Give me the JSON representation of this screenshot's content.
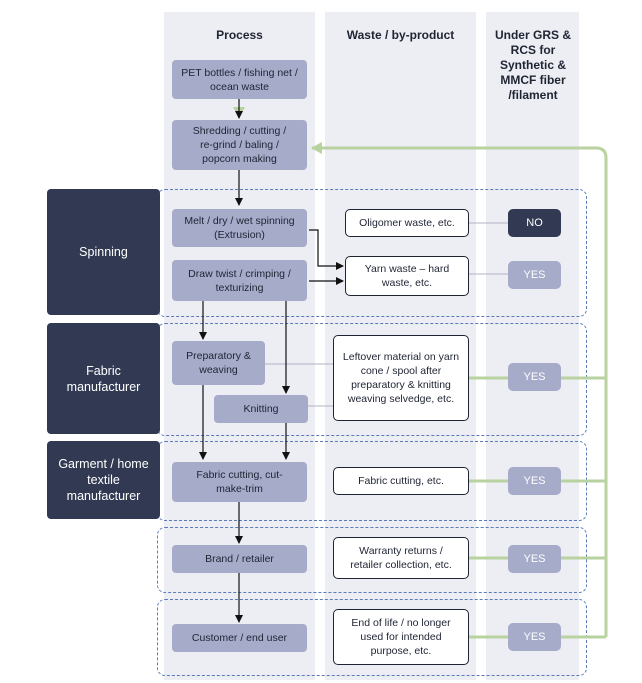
{
  "colors": {
    "column_bg": "#eceef4",
    "process_box": "#a5abc9",
    "stage_box": "#323a53",
    "yes_badge": "#a5abc9",
    "no_badge": "#323a53",
    "return_line": "#b8d3a0",
    "group_border": "#5a7bb8"
  },
  "headers": {
    "process": "Process",
    "waste": "Waste / by-product",
    "grs": "Under GRS & RCS for Synthetic & MMCF fiber /filament"
  },
  "stages": {
    "spinning": "Spinning",
    "fabric": "Fabric manufacturer",
    "garment": "Garment / home textile manufacturer"
  },
  "process": {
    "pet": "PET bottles / fishing net / ocean waste",
    "shredding": "Shredding / cutting / re-grind / baling / popcorn making",
    "melt": "Melt / dry / wet spinning (Extrusion)",
    "draw": "Draw twist / crimping / texturizing",
    "preparatory": "Preparatory & weaving",
    "knitting": "Knitting",
    "fabric_cutting": "Fabric cutting, cut-make-trim",
    "brand": "Brand / retailer",
    "customer": "Customer / end user"
  },
  "waste": {
    "oligomer": "Oligomer waste, etc.",
    "yarn": "Yarn waste – hard waste, etc.",
    "leftover": "Leftover material on yarn cone / spool after preparatory & knitting weaving selvedge, etc.",
    "fabric_cutting": "Fabric cutting, etc.",
    "warranty": "Warranty returns / retailer collection, etc.",
    "end_of_life": "End of life / no longer used for intended purpose, etc."
  },
  "badges": {
    "oligomer": "NO",
    "yarn": "YES",
    "leftover": "YES",
    "fabric_cutting": "YES",
    "warranty": "YES",
    "end_of_life": "YES"
  }
}
